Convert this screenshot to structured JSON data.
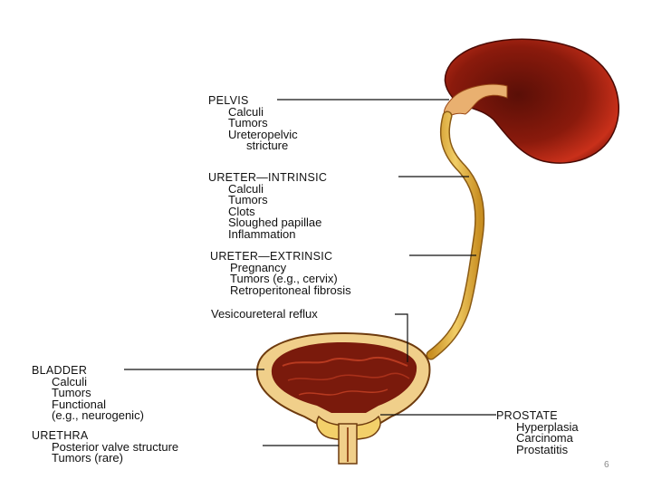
{
  "pelvis": {
    "heading": "PELVIS",
    "items": [
      "Calculi",
      "Tumors",
      "Ureteropelvic",
      "stricture"
    ]
  },
  "ureter_intrinsic": {
    "heading": "URETER—INTRINSIC",
    "items": [
      "Calculi",
      "Tumors",
      "Clots",
      "Sloughed papillae",
      "Inflammation"
    ]
  },
  "ureter_extrinsic": {
    "heading": "URETER—EXTRINSIC",
    "items": [
      "Pregnancy",
      "Tumors (e.g., cervix)",
      "Retroperitoneal fibrosis"
    ]
  },
  "vesicoureteral": {
    "heading": "Vesicoureteral reflux"
  },
  "bladder": {
    "heading": "BLADDER",
    "items": [
      "Calculi",
      "Tumors",
      "Functional",
      "(e.g., neurogenic)"
    ]
  },
  "urethra": {
    "heading": "URETHRA",
    "items": [
      "Posterior valve structure",
      "Tumors (rare)"
    ]
  },
  "prostate": {
    "heading": "PROSTATE",
    "items": [
      "Hyperplasia",
      "Carcinoma",
      "Prostatitis"
    ]
  },
  "slide_number": "6",
  "colors": {
    "kidney": "#8a1a0c",
    "kidney_highlight": "#c9301a",
    "ureter": "#e7b94a",
    "bladder_wall": "#f0cf8a",
    "bladder_lumen": "#7a1a0c",
    "leader_line": "#111111"
  }
}
